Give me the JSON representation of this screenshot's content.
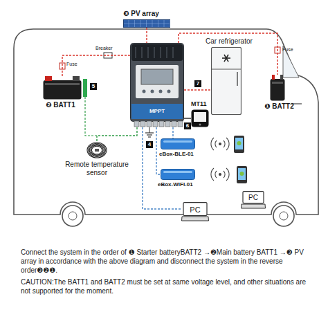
{
  "diagram": {
    "nodes": [
      {
        "text": [
          "❸ PV array"
        ]
      },
      {
        "text": [
          "MPPT"
        ]
      },
      {
        "text": [
          "Car refrigerator"
        ]
      },
      {
        "text": [
          "❷ BATT1"
        ]
      },
      {
        "text": [
          "❶ BATT2"
        ]
      },
      {
        "text": [
          "MT11"
        ]
      },
      {
        "text": [
          "Remote temperature sensor"
        ]
      },
      {
        "text": [
          "eBox-BLE-01"
        ]
      },
      {
        "text": [
          "eBox-WIFI-01"
        ]
      },
      {
        "text": [
          "PC"
        ]
      },
      {
        "text": [
          "PC"
        ]
      }
    ],
    "edges": [
      {
        "from": 0,
        "to": 1,
        "arrow": "none"
      },
      {
        "from": 1,
        "to": 3,
        "arrow": "none"
      },
      {
        "from": 1,
        "to": 4,
        "arrow": "none"
      },
      {
        "from": 1,
        "to": 2,
        "arrow": "none"
      },
      {
        "from": 1,
        "to": 5,
        "arrow": "none"
      },
      {
        "from": 1,
        "to": 6,
        "arrow": "none"
      },
      {
        "from": 1,
        "to": 7,
        "arrow": "none"
      },
      {
        "from": 1,
        "to": 8,
        "arrow": "none"
      },
      {
        "from": 1,
        "to": 10,
        "arrow": "none"
      }
    ],
    "labels": [
      "Fuse",
      "Fuse",
      "Breaker",
      "5",
      "4",
      "6",
      "7",
      "Connect the system in the order of ❶ Starter batteryBATT2 →❷Main battery BATT1 →❸ PV array in accordance with the above diagram and disconnect the system in the reverse order❸❷❶.",
      "CAUTION:The BATT1 and BATT2 must be set at same voltage level, and other situations are not supported for the moment."
    ]
  }
}
